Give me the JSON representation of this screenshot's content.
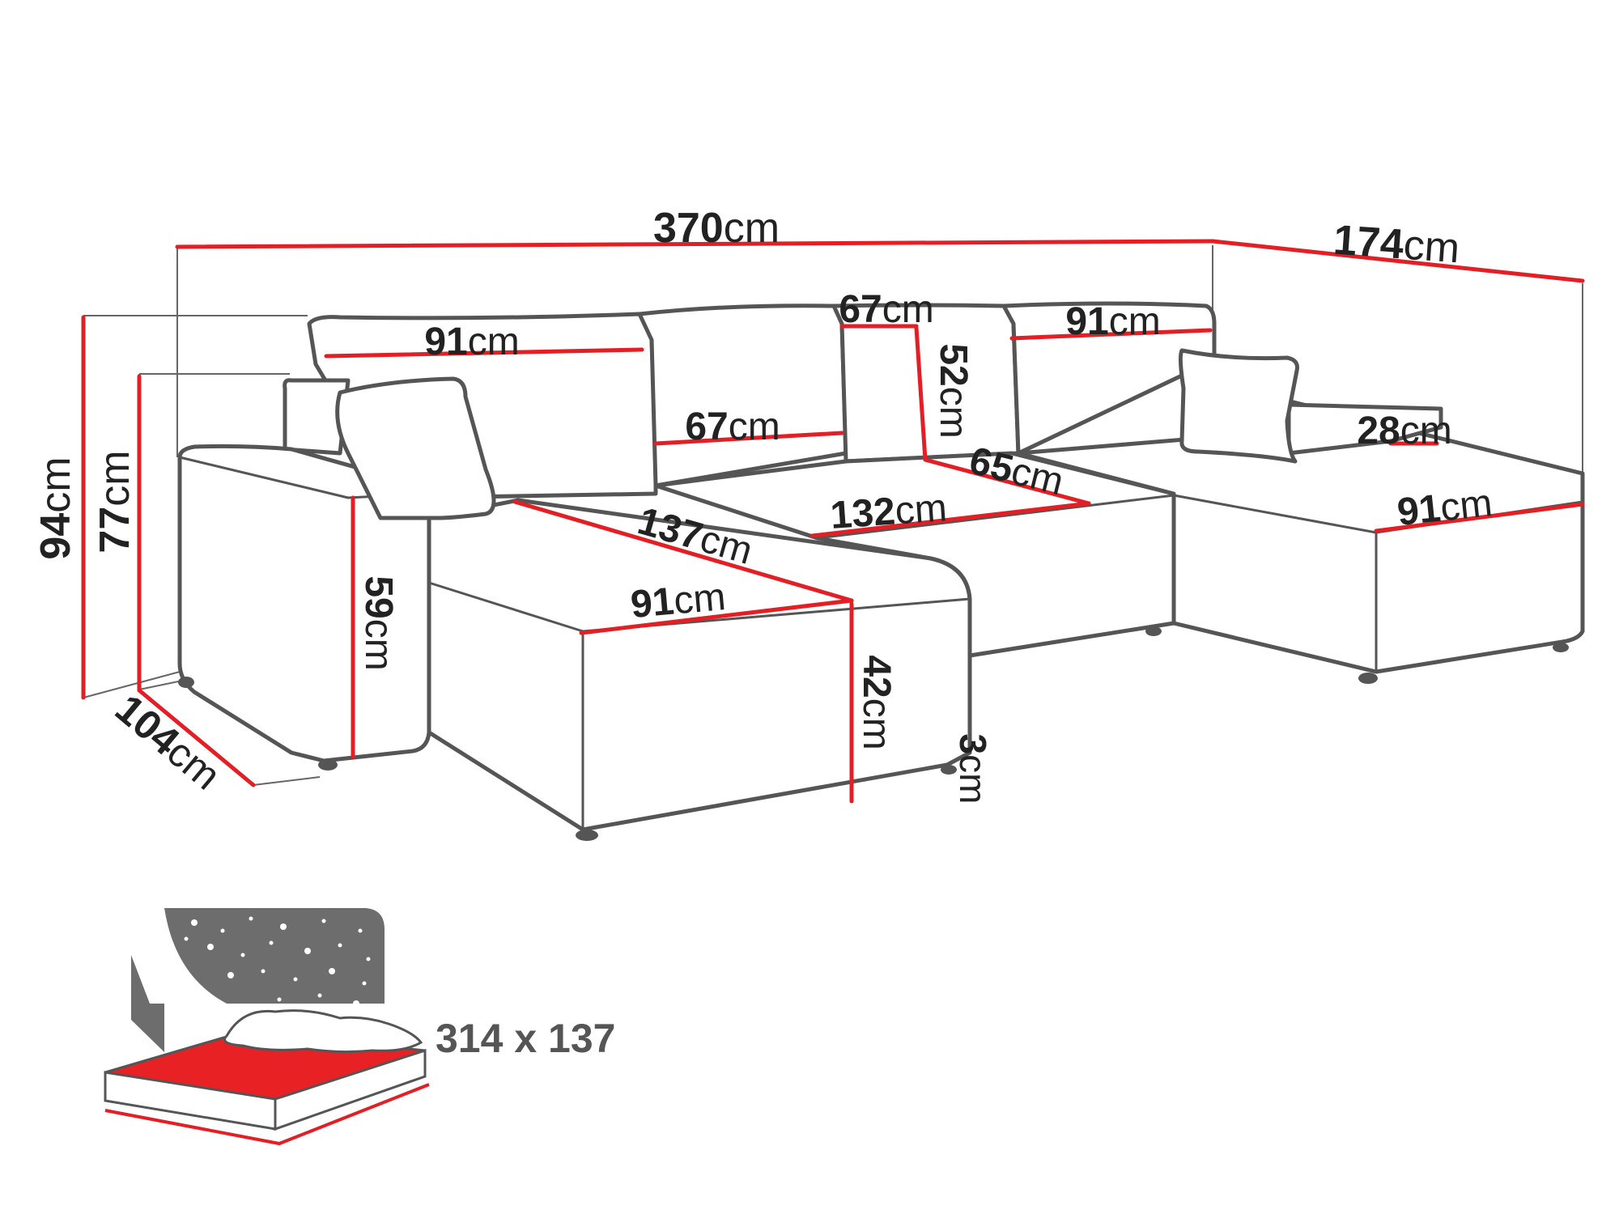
{
  "colors": {
    "dimension_line": "#e31e24",
    "outline": "#555555",
    "text": "#222222",
    "mattress": "#e82124",
    "night_panel": "#6d6d6d",
    "stars": "#ffffff"
  },
  "unit": "cm",
  "dimensions": {
    "total_width": "370",
    "side_depth": "174",
    "cushion_left_width": "91",
    "cushion_mid_width": "67",
    "cushion_right_width": "91",
    "pillow_width": "67",
    "back_height": "52",
    "seat_depth_corner": "65",
    "seat_length_center": "132",
    "chaise_length": "137",
    "chaise_width": "91",
    "armrest_width": "28",
    "right_chaise_width": "91",
    "total_height": "94",
    "armrest_height": "77",
    "armrest_front_height": "59",
    "seat_height": "42",
    "leg_height": "3",
    "overall_depth": "104"
  },
  "bed": {
    "caption": "314 x 137",
    "icon": "bed-night-icon"
  }
}
